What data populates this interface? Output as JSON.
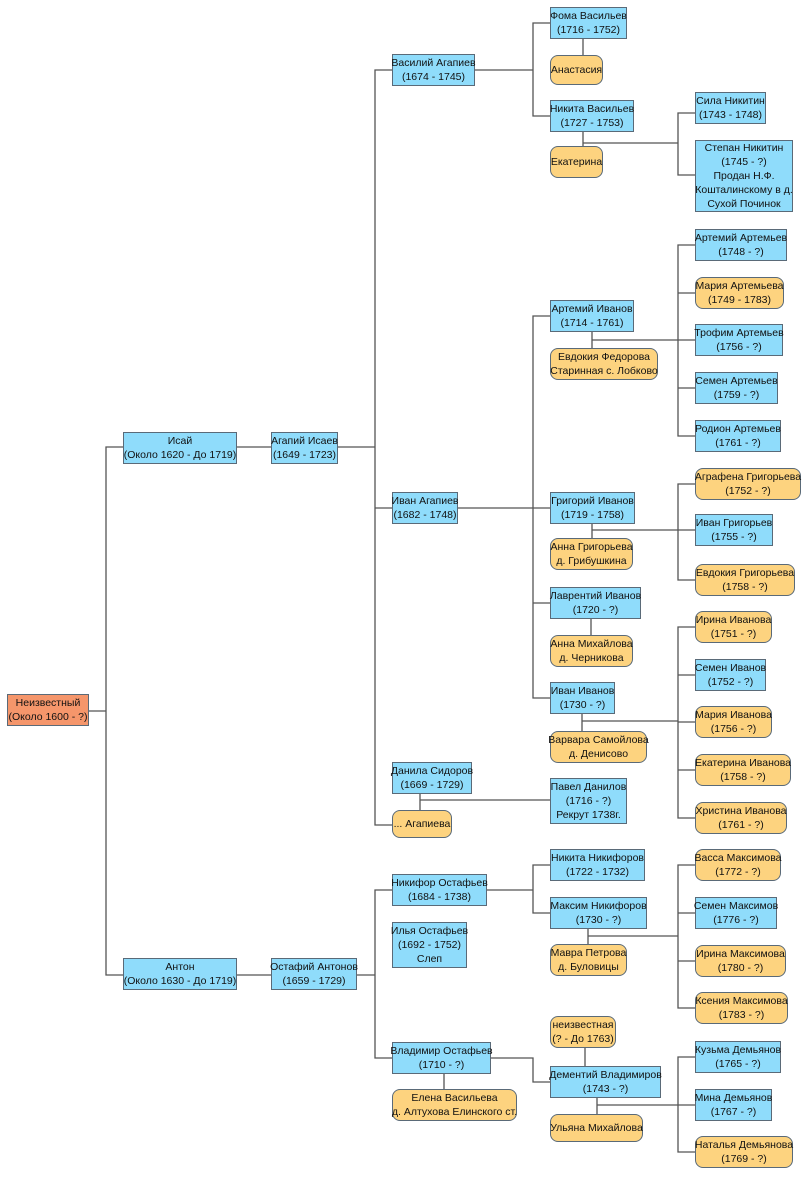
{
  "colors": {
    "male": "#8fdcfb",
    "female": "#fdd37f",
    "root": "#f5966b",
    "line": "#555555"
  },
  "persons": {
    "root": {
      "lines": [
        "Неизвестный",
        "(Около 1600 - ?)"
      ]
    },
    "isay": {
      "lines": [
        "Исай",
        "(Около 1620 - До 1719)"
      ]
    },
    "anton": {
      "lines": [
        "Антон",
        "(Около 1630 - До 1719)"
      ]
    },
    "agapiy": {
      "lines": [
        "Агапий Исаев",
        "(1649 - 1723)"
      ]
    },
    "ostafiy": {
      "lines": [
        "Остафий Антонов",
        "(1659 - 1729)"
      ]
    },
    "vasiliy": {
      "lines": [
        "Василий Агапиев",
        "(1674 - 1745)"
      ]
    },
    "ivan_a": {
      "lines": [
        "Иван Агапиев",
        "(1682 - 1748)"
      ]
    },
    "danila": {
      "lines": [
        "Данила Сидоров",
        "(1669 - 1729)"
      ]
    },
    "agapieva": {
      "lines": [
        "... Агапиева"
      ]
    },
    "nikifor": {
      "lines": [
        "Никифор Остафьев",
        "(1684 - 1738)"
      ]
    },
    "ilya": {
      "lines": [
        "Илья Остафьев",
        "(1692 - 1752)",
        "Слеп"
      ]
    },
    "vladimir": {
      "lines": [
        "Владимир Остафьев",
        "(1710 - ?)"
      ]
    },
    "elena": {
      "lines": [
        "Елена Васильева",
        "д. Алтухова Елинского ст."
      ]
    },
    "foma": {
      "lines": [
        "Фома Васильев",
        "(1716 - 1752)"
      ]
    },
    "anastasia": {
      "lines": [
        "Анастасия"
      ]
    },
    "nikita_v": {
      "lines": [
        "Никита Васильев",
        "(1727 - 1753)"
      ]
    },
    "ekaterina": {
      "lines": [
        "Екатерина"
      ]
    },
    "artemiy": {
      "lines": [
        "Артемий Иванов",
        "(1714 - 1761)"
      ]
    },
    "evdokiya_f": {
      "lines": [
        "Евдокия Федорова",
        "Старинная с. Лобково"
      ]
    },
    "grigoriy": {
      "lines": [
        "Григорий Иванов",
        "(1719 - 1758)"
      ]
    },
    "anna_g": {
      "lines": [
        "Анна Григорьева",
        "д. Грибушкина"
      ]
    },
    "lavrentiy": {
      "lines": [
        "Лаврентий Иванов",
        "(1720 - ?)"
      ]
    },
    "anna_m": {
      "lines": [
        "Анна Михайлова",
        "д. Черникова"
      ]
    },
    "ivan_i": {
      "lines": [
        "Иван Иванов",
        "(1730 - ?)"
      ]
    },
    "varvara": {
      "lines": [
        "Варвара Самойлова",
        "д. Денисово"
      ]
    },
    "pavel": {
      "lines": [
        "Павел Данилов",
        "(1716 - ?)",
        "Рекрут 1738г."
      ]
    },
    "nikita_n": {
      "lines": [
        "Никита Никифоров",
        "(1722 - 1732)"
      ]
    },
    "maksim": {
      "lines": [
        "Максим Никифоров",
        "(1730 - ?)"
      ]
    },
    "mavra": {
      "lines": [
        "Мавра Петрова",
        "д. Буловицы"
      ]
    },
    "neizv": {
      "lines": [
        "неизвестная",
        "(? - До 1763)"
      ]
    },
    "dementiy": {
      "lines": [
        "Дементий Владимиров",
        "(1743 - ?)"
      ]
    },
    "ulyana": {
      "lines": [
        "Ульяна Михайлова"
      ]
    },
    "sila": {
      "lines": [
        "Сила Никитин",
        "(1743 - 1748)"
      ]
    },
    "stepan": {
      "lines": [
        "Степан Никитин",
        "(1745 - ?)",
        "Продан Н.Ф.",
        "Кошталинскому в д.",
        "Сухой Починок"
      ]
    },
    "artemiy_a": {
      "lines": [
        "Артемий Артемьев",
        "(1748 - ?)"
      ]
    },
    "mariya_a": {
      "lines": [
        "Мария Артемьева",
        "(1749 - 1783)"
      ]
    },
    "trofim": {
      "lines": [
        "Трофим Артемьев",
        "(1756 - ?)"
      ]
    },
    "semen_a": {
      "lines": [
        "Семен Артемьев",
        "(1759 - ?)"
      ]
    },
    "rodion": {
      "lines": [
        "Родион Артемьев",
        "(1761 - ?)"
      ]
    },
    "agrafena": {
      "lines": [
        "Аграфена Григорьева",
        "(1752 - ?)"
      ]
    },
    "ivan_g": {
      "lines": [
        "Иван Григорьев",
        "(1755 - ?)"
      ]
    },
    "evdokiya_g": {
      "lines": [
        "Евдокия Григорьева",
        "(1758 - ?)"
      ]
    },
    "irina_i": {
      "lines": [
        "Ирина Иванова",
        "(1751 - ?)"
      ]
    },
    "semen_i": {
      "lines": [
        "Семен Иванов",
        "(1752 - ?)"
      ]
    },
    "mariya_i": {
      "lines": [
        "Мария Иванова",
        "(1756 - ?)"
      ]
    },
    "ekaterina_i": {
      "lines": [
        "Екатерина Иванова",
        "(1758 - ?)"
      ]
    },
    "hristina": {
      "lines": [
        "Христина Иванова",
        "(1761 - ?)"
      ]
    },
    "vassa": {
      "lines": [
        "Васса Максимова",
        "(1772 - ?)"
      ]
    },
    "semen_m": {
      "lines": [
        "Семен Максимов",
        "(1776 - ?)"
      ]
    },
    "irina_m": {
      "lines": [
        "Ирина Максимова",
        "(1780 - ?)"
      ]
    },
    "kseniya": {
      "lines": [
        "Ксения Максимова",
        "(1783 - ?)"
      ]
    },
    "kuzma": {
      "lines": [
        "Кузьма Демьянов",
        "(1765 - ?)"
      ]
    },
    "mina": {
      "lines": [
        "Мина Демьянов",
        "(1767 - ?)"
      ]
    },
    "natalya": {
      "lines": [
        "Наталья Демьянова",
        "(1769 - ?)"
      ]
    }
  }
}
